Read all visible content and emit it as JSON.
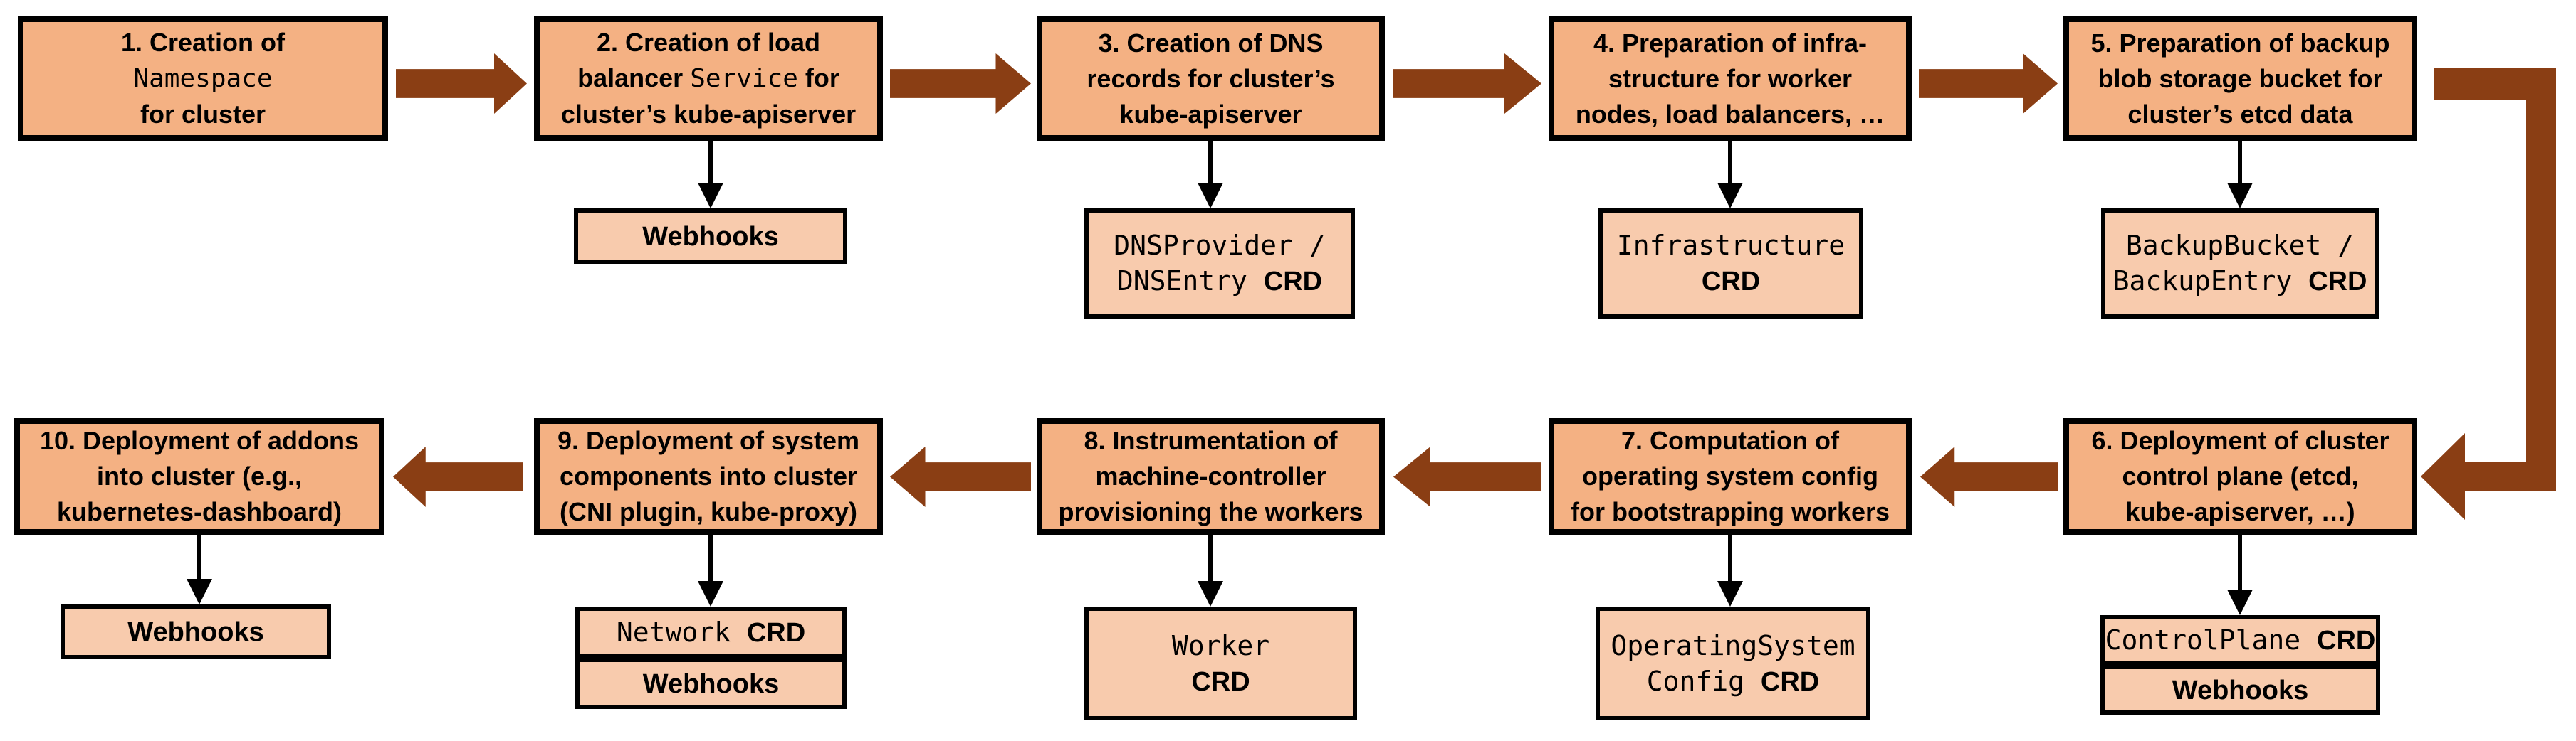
{
  "diagram": {
    "palette": {
      "step_fill": "#F4B183",
      "artifact_fill": "#F8CBAD",
      "border": "#000000",
      "arrow": "#8A3E14",
      "thin_arrow": "#000000"
    },
    "steps": [
      {
        "id": "1",
        "parts": [
          {
            "t": "1. Creation of",
            "s": "b"
          },
          {
            "s": "br"
          },
          {
            "t": "Namespace",
            "s": "m"
          },
          {
            "s": "br"
          },
          {
            "t": "for cluster",
            "s": "b"
          }
        ],
        "rows": []
      },
      {
        "id": "2",
        "parts": [
          {
            "t": "2. Creation of load",
            "s": "b"
          },
          {
            "s": "br"
          },
          {
            "t": "balancer ",
            "s": "b"
          },
          {
            "t": "Service",
            "s": "m"
          },
          {
            "t": " for",
            "s": "b"
          },
          {
            "s": "br"
          },
          {
            "t": "cluster’s kube-apiserver",
            "s": "b"
          }
        ],
        "rows": [
          [
            {
              "t": "Webhooks",
              "s": "b"
            }
          ]
        ]
      },
      {
        "id": "3",
        "parts": [
          {
            "t": "3. Creation of DNS",
            "s": "b"
          },
          {
            "s": "br"
          },
          {
            "t": "records for cluster’s",
            "s": "b"
          },
          {
            "s": "br"
          },
          {
            "t": "kube-apiserver",
            "s": "b"
          }
        ],
        "rows": [
          [
            {
              "t": "DNSProvider /",
              "s": "m"
            },
            {
              "s": "br"
            },
            {
              "t": "DNSEntry ",
              "s": "m"
            },
            {
              "t": "CRD",
              "s": "b"
            }
          ]
        ]
      },
      {
        "id": "4",
        "parts": [
          {
            "t": "4. Preparation of infra-",
            "s": "b"
          },
          {
            "s": "br"
          },
          {
            "t": "structure for worker",
            "s": "b"
          },
          {
            "s": "br"
          },
          {
            "t": "nodes, load balancers, …",
            "s": "b"
          }
        ],
        "rows": [
          [
            {
              "t": "Infrastructure",
              "s": "m"
            },
            {
              "s": "br"
            },
            {
              "t": "CRD",
              "s": "b"
            }
          ]
        ]
      },
      {
        "id": "5",
        "parts": [
          {
            "t": "5. Preparation of backup",
            "s": "b"
          },
          {
            "s": "br"
          },
          {
            "t": "blob storage bucket for",
            "s": "b"
          },
          {
            "s": "br"
          },
          {
            "t": "cluster’s etcd data",
            "s": "b"
          }
        ],
        "rows": [
          [
            {
              "t": "BackupBucket /",
              "s": "m"
            },
            {
              "s": "br"
            },
            {
              "t": "BackupEntry ",
              "s": "m"
            },
            {
              "t": "CRD",
              "s": "b"
            }
          ]
        ]
      },
      {
        "id": "6",
        "parts": [
          {
            "t": "6. Deployment of cluster",
            "s": "b"
          },
          {
            "s": "br"
          },
          {
            "t": "control plane (etcd,",
            "s": "b"
          },
          {
            "s": "br"
          },
          {
            "t": "kube-apiserver, …)",
            "s": "b"
          }
        ],
        "rows": [
          [
            {
              "t": "ControlPlane ",
              "s": "m"
            },
            {
              "t": "CRD",
              "s": "b"
            }
          ],
          [
            {
              "t": "Webhooks",
              "s": "b"
            }
          ]
        ]
      },
      {
        "id": "7",
        "parts": [
          {
            "t": "7. Computation of",
            "s": "b"
          },
          {
            "s": "br"
          },
          {
            "t": "operating system config",
            "s": "b"
          },
          {
            "s": "br"
          },
          {
            "t": "for bootstrapping workers",
            "s": "b"
          }
        ],
        "rows": [
          [
            {
              "t": "OperatingSystem",
              "s": "m"
            },
            {
              "s": "br"
            },
            {
              "t": "Config ",
              "s": "m"
            },
            {
              "t": "CRD",
              "s": "b"
            }
          ]
        ]
      },
      {
        "id": "8",
        "parts": [
          {
            "t": "8. Instrumentation of",
            "s": "b"
          },
          {
            "s": "br"
          },
          {
            "t": "machine-controller",
            "s": "b"
          },
          {
            "s": "br"
          },
          {
            "t": "provisioning the workers",
            "s": "b"
          }
        ],
        "rows": [
          [
            {
              "t": "Worker",
              "s": "m"
            },
            {
              "s": "br"
            },
            {
              "t": "CRD",
              "s": "b"
            }
          ]
        ]
      },
      {
        "id": "9",
        "parts": [
          {
            "t": "9. Deployment of system",
            "s": "b"
          },
          {
            "s": "br"
          },
          {
            "t": "components into cluster",
            "s": "b"
          },
          {
            "s": "br"
          },
          {
            "t": "(CNI plugin, kube-proxy)",
            "s": "b"
          }
        ],
        "rows": [
          [
            {
              "t": "Network ",
              "s": "m"
            },
            {
              "t": "CRD",
              "s": "b"
            }
          ],
          [
            {
              "t": "Webhooks",
              "s": "b"
            }
          ]
        ]
      },
      {
        "id": "10",
        "parts": [
          {
            "t": "10. Deployment of addons",
            "s": "b"
          },
          {
            "s": "br"
          },
          {
            "t": "into cluster (e.g.,",
            "s": "b"
          },
          {
            "s": "br"
          },
          {
            "t": "kubernetes-dashboard)",
            "s": "b"
          }
        ],
        "rows": [
          [
            {
              "t": "Webhooks",
              "s": "b"
            }
          ]
        ]
      }
    ]
  }
}
